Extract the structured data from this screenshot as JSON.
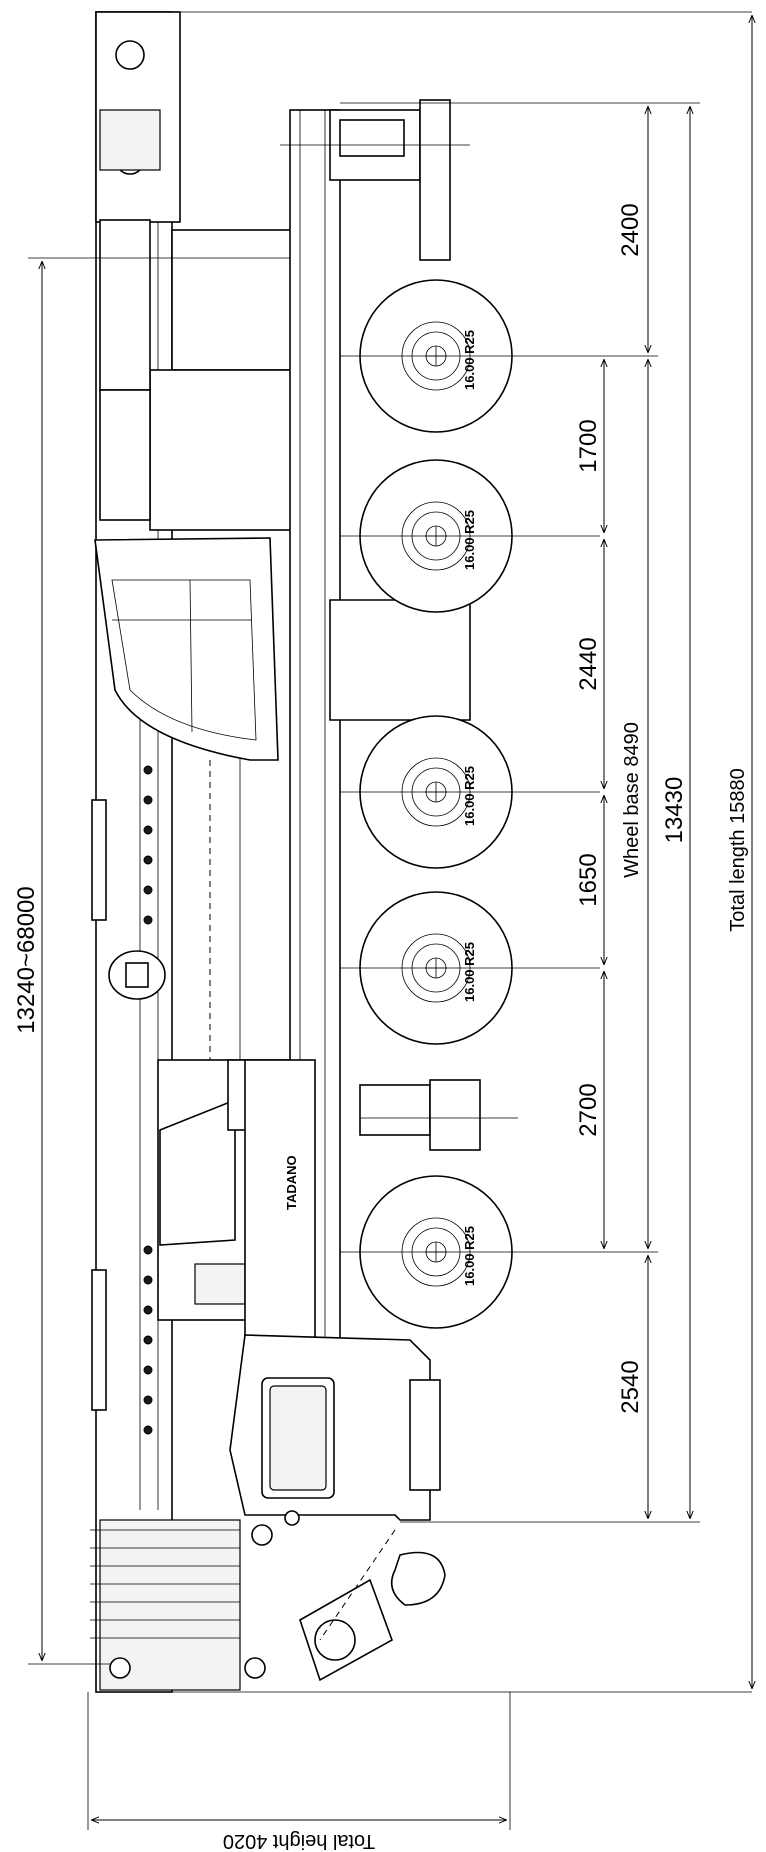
{
  "dimensions": {
    "boom_length": "13240~68000",
    "total_height": "Total height  4020",
    "total_length": "Total length  15880",
    "wheel_base": "Wheel base  8490",
    "overall_13430": "13430",
    "front_overhang": "2400",
    "axle_1_2": "1700",
    "axle_2_3": "2440",
    "axle_3_4": "1650",
    "axle_4_5": "2700",
    "rear_overhang": "2540"
  },
  "tire_label": "16.00 R25",
  "tire_size": "16.00",
  "tire_rim": "R25",
  "brand_mark": "TADANO"
}
